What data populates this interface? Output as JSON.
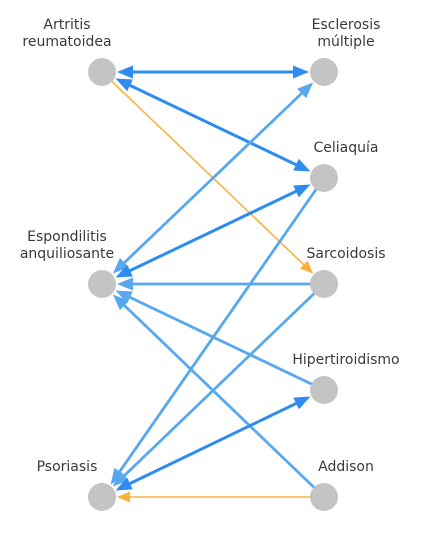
{
  "colors": {
    "node": "#c4c4c4",
    "blue_strong": "#2e8cf0",
    "blue_light": "#57a8ef",
    "orange": "#f8b23c",
    "label": "#3a3a3a"
  },
  "nodes": [
    {
      "id": "artritis",
      "label_lines": [
        "Artritis",
        "reumatoidea"
      ],
      "column": "left"
    },
    {
      "id": "espondilitis",
      "label_lines": [
        "Espondilitis",
        "anquiliosante"
      ],
      "column": "left"
    },
    {
      "id": "psoriasis",
      "label_lines": [
        "Psoriasis"
      ],
      "column": "left"
    },
    {
      "id": "esclerosis",
      "label_lines": [
        "Esclerosis",
        "múltiple"
      ],
      "column": "right"
    },
    {
      "id": "celiaquia",
      "label_lines": [
        "Celiaquía"
      ],
      "column": "right"
    },
    {
      "id": "sarcoidosis",
      "label_lines": [
        "Sarcoidosis"
      ],
      "column": "right"
    },
    {
      "id": "hipertiroidismo",
      "label_lines": [
        "Hipertiroidismo"
      ],
      "column": "right"
    },
    {
      "id": "addison",
      "label_lines": [
        "Addison"
      ],
      "column": "right"
    }
  ],
  "edges": [
    {
      "from": "artritis",
      "to": "esclerosis",
      "color": "blue_strong",
      "bidirectional": true
    },
    {
      "from": "artritis",
      "to": "celiaquia",
      "color": "blue_strong",
      "bidirectional": true
    },
    {
      "from": "artritis",
      "to": "sarcoidosis",
      "color": "orange",
      "bidirectional": false
    },
    {
      "from": "esclerosis",
      "to": "espondilitis",
      "color": "blue_light",
      "bidirectional": true
    },
    {
      "from": "espondilitis",
      "to": "celiaquia",
      "color": "blue_strong",
      "bidirectional": true
    },
    {
      "from": "sarcoidosis",
      "to": "espondilitis",
      "color": "blue_light",
      "bidirectional": false
    },
    {
      "from": "hipertiroidismo",
      "to": "espondilitis",
      "color": "blue_light",
      "bidirectional": false
    },
    {
      "from": "addison",
      "to": "espondilitis",
      "color": "blue_light",
      "bidirectional": false
    },
    {
      "from": "celiaquia",
      "to": "psoriasis",
      "color": "blue_light",
      "bidirectional": false
    },
    {
      "from": "sarcoidosis",
      "to": "psoriasis",
      "color": "blue_light",
      "bidirectional": false
    },
    {
      "from": "psoriasis",
      "to": "hipertiroidismo",
      "color": "blue_strong",
      "bidirectional": true
    },
    {
      "from": "addison",
      "to": "psoriasis",
      "color": "orange",
      "bidirectional": false
    }
  ]
}
